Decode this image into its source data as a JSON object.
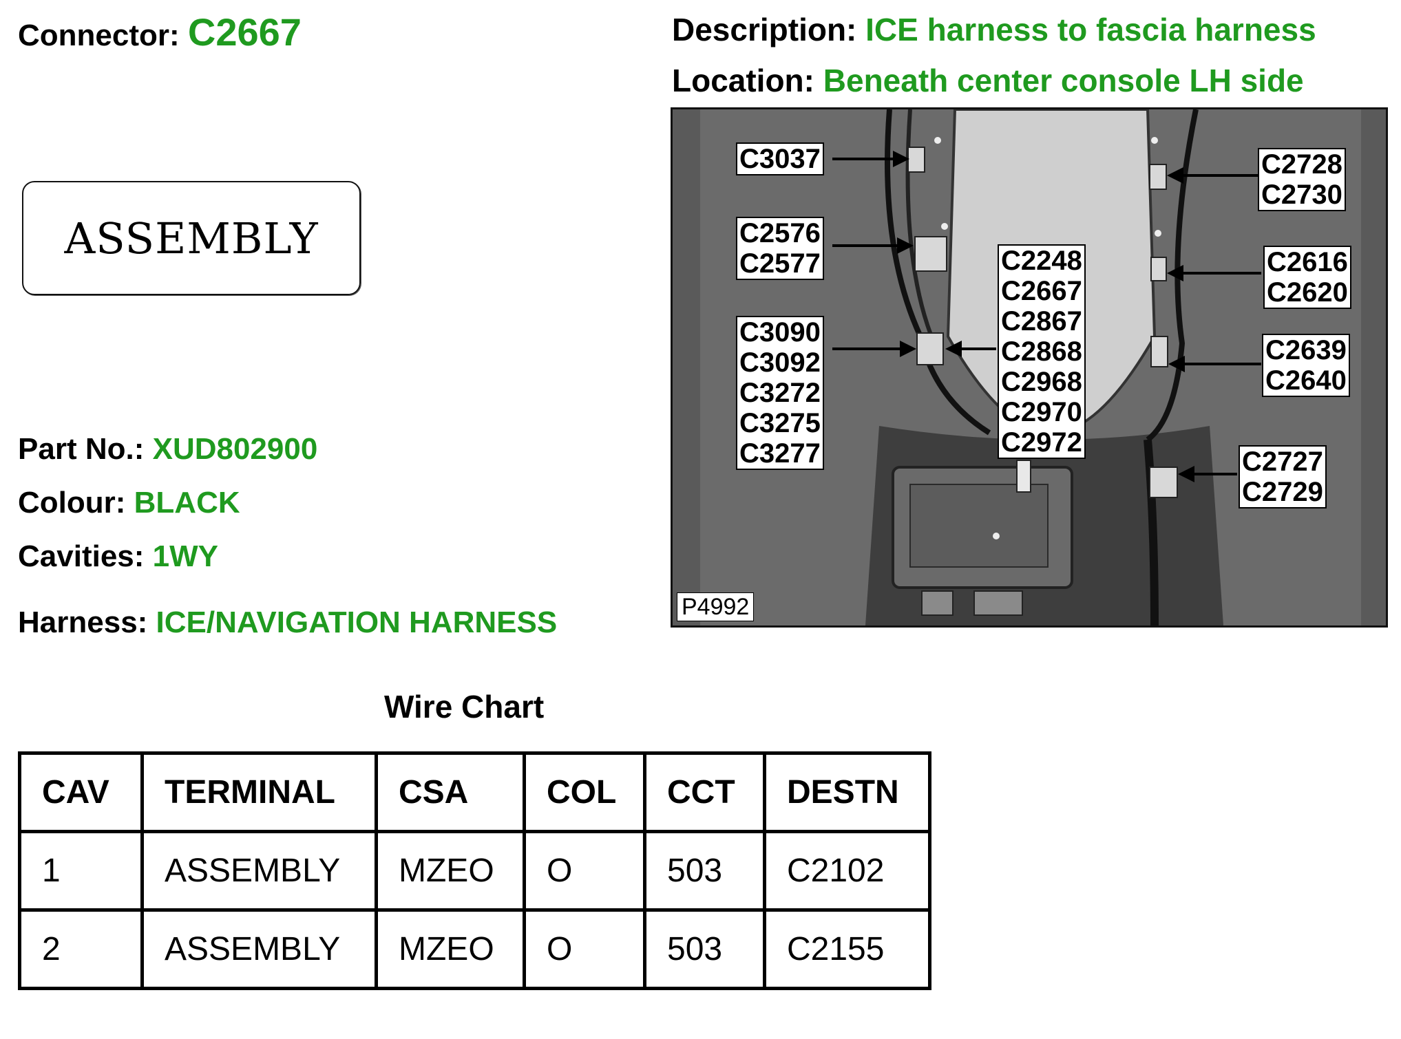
{
  "connector": {
    "label": "Connector:",
    "value": "C2667"
  },
  "description": {
    "label": "Description:",
    "value": "ICE harness to fascia harness"
  },
  "location": {
    "label": "Location:",
    "value": "Beneath center console LH side"
  },
  "assembly_box": "ASSEMBLY",
  "part_no": {
    "label": "Part No.:",
    "value": "XUD802900"
  },
  "colour": {
    "label": "Colour:",
    "value": "BLACK"
  },
  "cavities": {
    "label": "Cavities:",
    "value": "1WY"
  },
  "harness": {
    "label": "Harness:",
    "value": "ICE/NAVIGATION HARNESS"
  },
  "photo": {
    "id": "P4992",
    "labels": {
      "l1": "C3037",
      "l2": "C2576\nC2577",
      "l3": "C3090\nC3092\nC3272\nC3275\nC3277",
      "c1": "C2248\nC2667\nC2867\nC2868\nC2968\nC2970\nC2972",
      "r1": "C2728\nC2730",
      "r2": "C2616\nC2620",
      "r3": "C2639\nC2640",
      "r4": "C2727\nC2729"
    }
  },
  "wire_chart": {
    "title": "Wire Chart",
    "headers": [
      "CAV",
      "TERMINAL",
      "CSA",
      "COL",
      "CCT",
      "DESTN"
    ],
    "rows": [
      [
        "1",
        "ASSEMBLY",
        "MZEO",
        "O",
        "503",
        "C2102"
      ],
      [
        "2",
        "ASSEMBLY",
        "MZEO",
        "O",
        "503",
        "C2155"
      ]
    ]
  }
}
